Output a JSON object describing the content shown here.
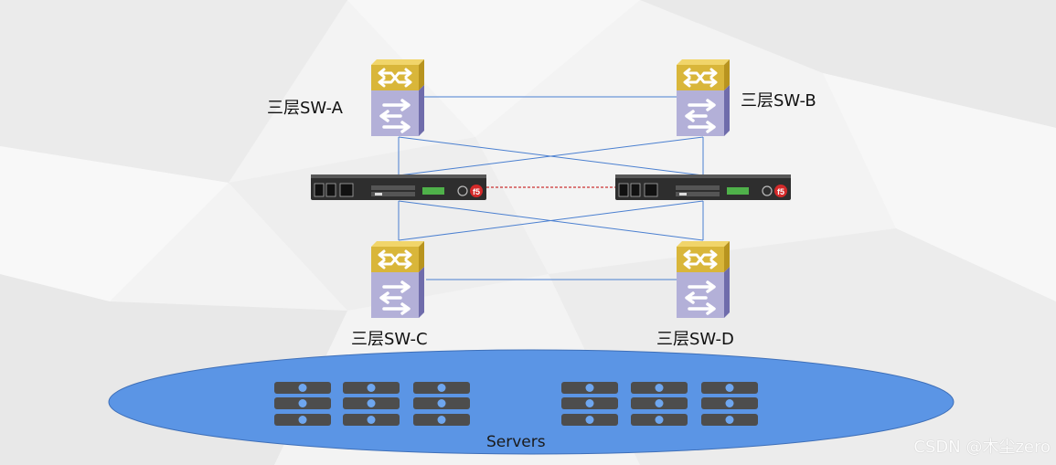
{
  "diagram": {
    "switches": [
      {
        "id": "sw-a",
        "label": "三层SW-A"
      },
      {
        "id": "sw-b",
        "label": "三层SW-B"
      },
      {
        "id": "sw-c",
        "label": "三层SW-C"
      },
      {
        "id": "sw-d",
        "label": "三层SW-D"
      }
    ],
    "load_balancers": [
      {
        "id": "lb-left",
        "brand_icon": "f5-logo-icon"
      },
      {
        "id": "lb-right",
        "brand_icon": "f5-logo-icon"
      }
    ],
    "server_pool": {
      "label": "Servers",
      "rack_groups": 6,
      "units_per_group": 3
    },
    "colors": {
      "link": "#4a7fd0",
      "ha_link": "#c00000",
      "ellipse_fill": "#5b95e5",
      "ellipse_stroke": "#3e6fb8",
      "switch_top": "#d9b63a",
      "switch_body": "#b3b0d8"
    }
  },
  "watermark": "CSDN @木尘zero"
}
